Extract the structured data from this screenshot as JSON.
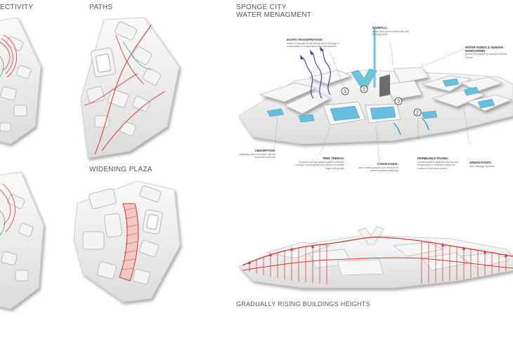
{
  "titles": {
    "connectivity": "ECTIVITY",
    "paths": "PATHS",
    "widening": "WIDENING PLAZA",
    "sponge_line1": "SPONGE CITY",
    "sponge_line2": "WATER MENAGMENT",
    "rising": "GRADUALLY RISING BUILDINGS HEIGHTS"
  },
  "notes": {
    "evapo": {
      "head": "EVAPO-TRANSPIRATION:",
      "body": "water is returned to the atmos-phere through a combination of evaporation and transpiration"
    },
    "rainfall": {
      "head": "RAINFALL:",
      "body": "water from storm events fall onto planting beds"
    },
    "ponds": {
      "head": "WATER PONDS & SUNKEN RAINGARDEN",
      "body": "places with slopes to natural overflow stream"
    },
    "absorption": {
      "head": "ABSORPTION:",
      "body": "plantings within the beds absorb moisture in the soil"
    },
    "tree": {
      "head": "TREE TRENCH:",
      "body": "modular paving-support system provides enough uncompacted soil volume to enable large tree growth"
    },
    "conveyance": {
      "head": "CONVEYANCE:",
      "body": "storm water passes over serums ell pavers towards plantings"
    },
    "permeable": {
      "head": "PERMEABLE PAVING:",
      "body": "excess water is collected stored and evaporated or infiltrated below the surface of pervious pavers"
    },
    "green": {
      "head": "GREEN ROOFS",
      "body": "with drainage systems"
    }
  },
  "markers": [
    "3",
    "2",
    "3",
    "2"
  ],
  "colors": {
    "accent_red": "#d9312b",
    "water": "#67bfe0",
    "water_stream": "#6cc6d9",
    "building": "#f6f6f6",
    "shadow": "#b8b8b8"
  }
}
